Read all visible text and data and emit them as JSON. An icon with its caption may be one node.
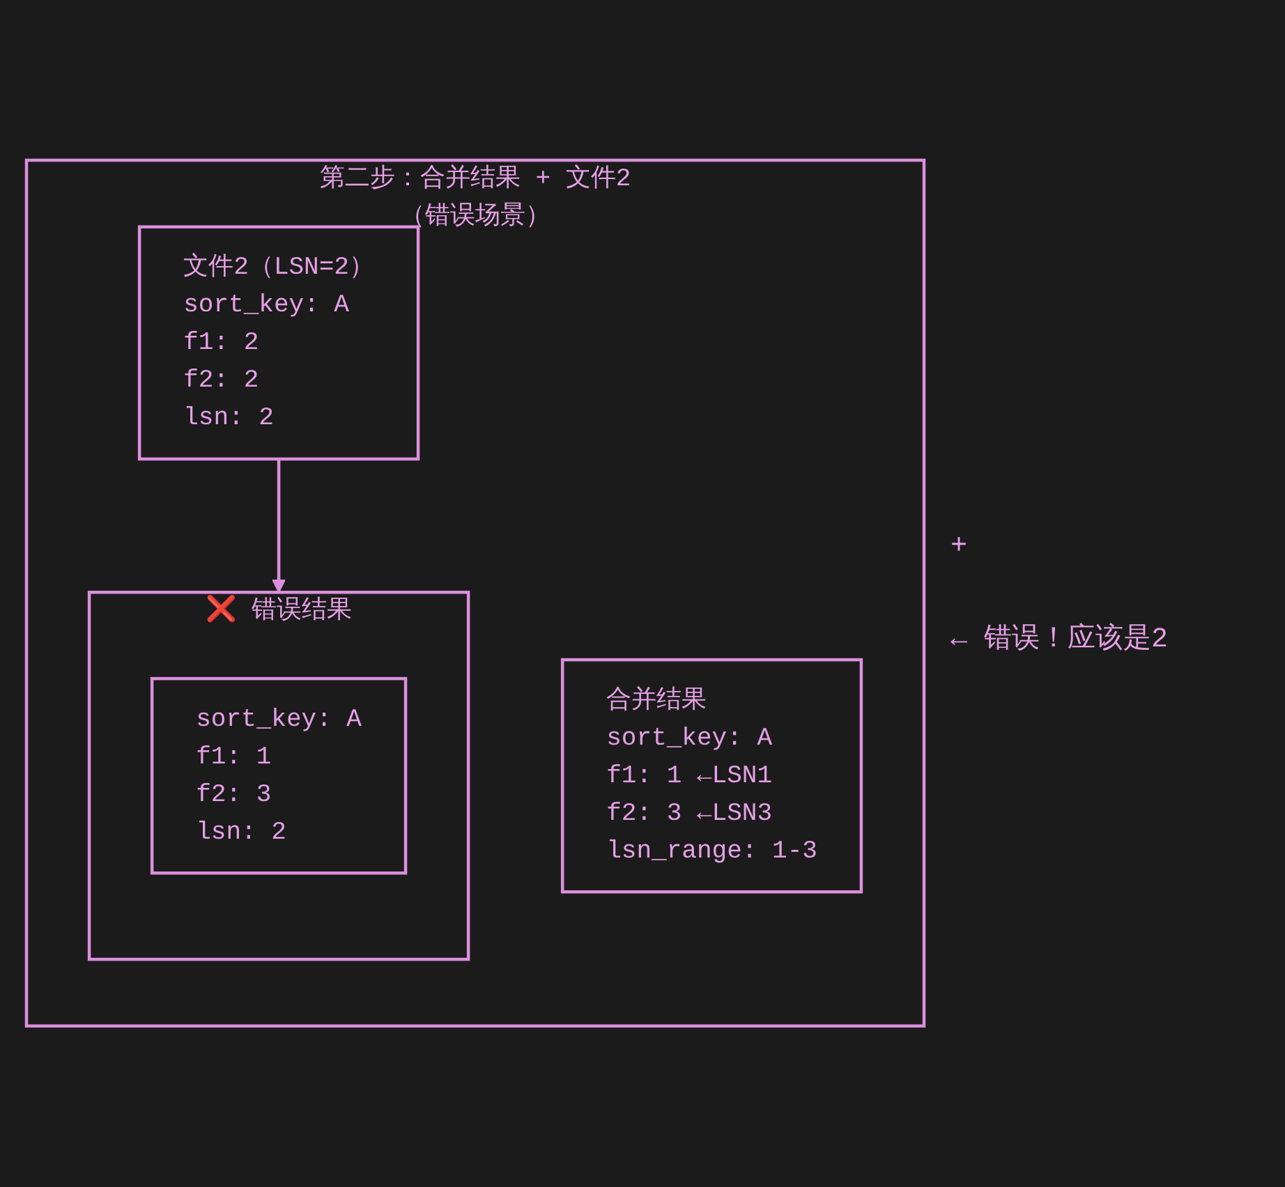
{
  "diagram": {
    "nodes": [
      {
        "text": [
          "第二步：合并结果 + 文件2（错误场景）"
        ]
      },
      {
        "text": [
          "合并结果",
          "sort_key: A",
          "f1: 1 ←LSN1",
          "f2: 3 ←LSN3",
          "lsn_range: 1-3"
        ],
        "in": 0
      },
      {
        "text": [
          "文件2（LSN=2）",
          "sort_key: A",
          "f1: 2",
          "f2: 2",
          "lsn: 2"
        ],
        "in": 0
      },
      {
        "text": [
          "❌ 错误结果"
        ],
        "in": 0
      },
      {
        "text": [
          "sort_key: A",
          "f1: 1",
          "f2: 3",
          "lsn: 2"
        ],
        "in": 3
      }
    ],
    "edges": [
      {
        "from": 2,
        "to": 3,
        "arrow": "to"
      }
    ],
    "labels": [
      "+",
      "← 错误！应该是2"
    ]
  }
}
